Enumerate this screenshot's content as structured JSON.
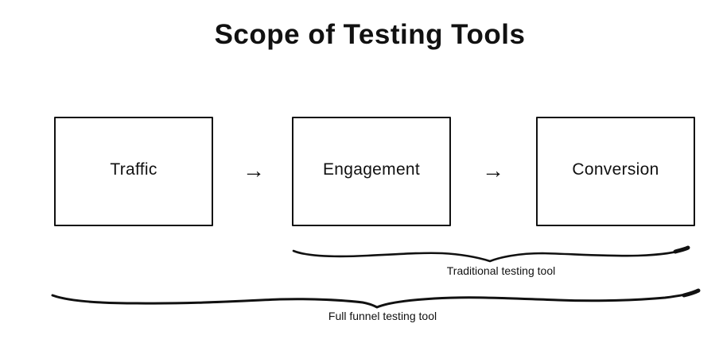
{
  "title": "Scope of Testing Tools",
  "flow": {
    "arrow": "→",
    "boxes": [
      {
        "label": "Traffic"
      },
      {
        "label": "Engagement"
      },
      {
        "label": "Conversion"
      }
    ]
  },
  "braces": {
    "traditional": {
      "label": "Traditional testing tool"
    },
    "full_funnel": {
      "label": "Full funnel testing tool"
    }
  },
  "colors": {
    "ink": "#111111",
    "background": "#ffffff"
  }
}
